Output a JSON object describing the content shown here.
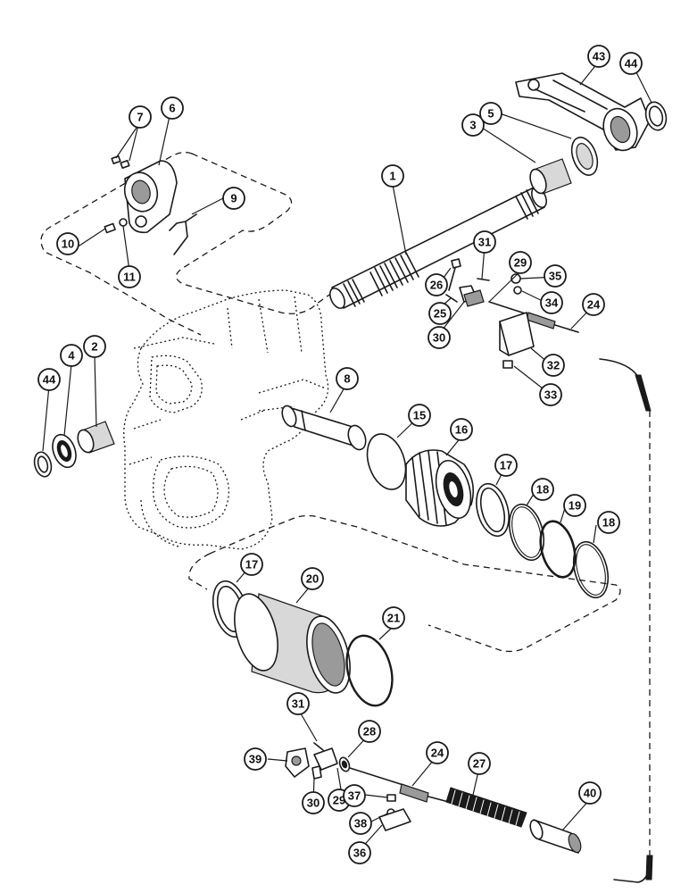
{
  "callouts": [
    {
      "id": "c1",
      "number": "1"
    },
    {
      "id": "c2",
      "number": "2"
    },
    {
      "id": "c3",
      "number": "3"
    },
    {
      "id": "c4",
      "number": "4"
    },
    {
      "id": "c5",
      "number": "5"
    },
    {
      "id": "c6",
      "number": "6"
    },
    {
      "id": "c7",
      "number": "7"
    },
    {
      "id": "c8",
      "number": "8"
    },
    {
      "id": "c9",
      "number": "9"
    },
    {
      "id": "c10",
      "number": "10"
    },
    {
      "id": "c11",
      "number": "11"
    },
    {
      "id": "c15",
      "number": "15"
    },
    {
      "id": "c16",
      "number": "16"
    },
    {
      "id": "c17a",
      "number": "17"
    },
    {
      "id": "c17b",
      "number": "17"
    },
    {
      "id": "c18a",
      "number": "18"
    },
    {
      "id": "c18b",
      "number": "18"
    },
    {
      "id": "c19",
      "number": "19"
    },
    {
      "id": "c20",
      "number": "20"
    },
    {
      "id": "c21",
      "number": "21"
    },
    {
      "id": "c24a",
      "number": "24"
    },
    {
      "id": "c24b",
      "number": "24"
    },
    {
      "id": "c25",
      "number": "25"
    },
    {
      "id": "c26",
      "number": "26"
    },
    {
      "id": "c27",
      "number": "27"
    },
    {
      "id": "c28",
      "number": "28"
    },
    {
      "id": "c29a",
      "number": "29"
    },
    {
      "id": "c29b",
      "number": "29"
    },
    {
      "id": "c30a",
      "number": "30"
    },
    {
      "id": "c30b",
      "number": "30"
    },
    {
      "id": "c31a",
      "number": "31"
    },
    {
      "id": "c31b",
      "number": "31"
    },
    {
      "id": "c32",
      "number": "32"
    },
    {
      "id": "c33",
      "number": "33"
    },
    {
      "id": "c34",
      "number": "34"
    },
    {
      "id": "c35",
      "number": "35"
    },
    {
      "id": "c36",
      "number": "36"
    },
    {
      "id": "c37",
      "number": "37"
    },
    {
      "id": "c38",
      "number": "38"
    },
    {
      "id": "c39",
      "number": "39"
    },
    {
      "id": "c40",
      "number": "40"
    },
    {
      "id": "c43",
      "number": "43"
    },
    {
      "id": "c44a",
      "number": "44"
    },
    {
      "id": "c44b",
      "number": "44"
    }
  ]
}
